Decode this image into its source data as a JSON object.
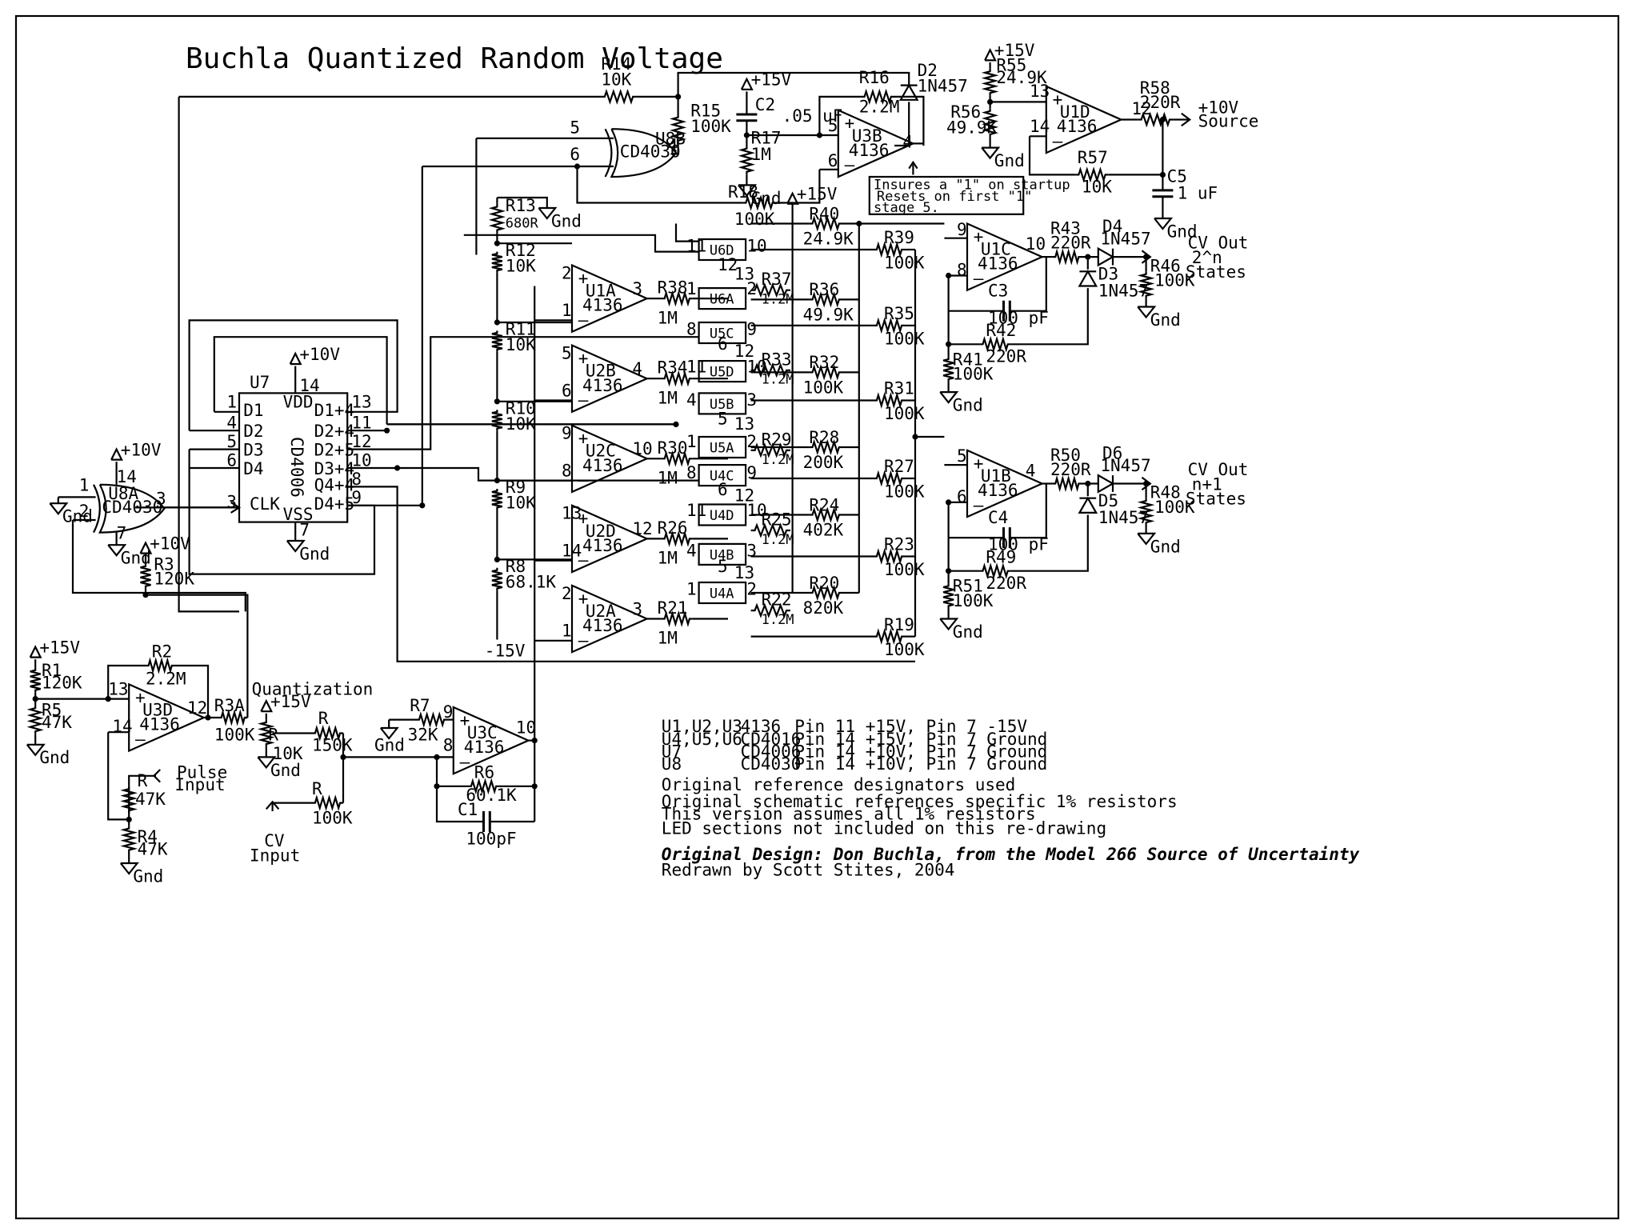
{
  "title": "Buchla Quantized Random Voltage",
  "components": {
    "R14": {
      "ref": "R14",
      "value": "10K"
    },
    "R15": {
      "ref": "R15",
      "value": "100K"
    },
    "D2": {
      "ref": "D2",
      "value": "1N457"
    },
    "R16": {
      "ref": "R16",
      "value": "2.2M"
    },
    "C2": {
      "ref": "C2",
      "value": ".05 uF"
    },
    "R17": {
      "ref": "R17",
      "value": "1M"
    },
    "R18": {
      "ref": "R18",
      "value": "100K"
    },
    "U3B": {
      "ref": "U3B",
      "value": "4136"
    },
    "U8B": {
      "ref": "U8B",
      "value": "CD4030"
    },
    "R55": {
      "ref": "R55",
      "value": "24.9K"
    },
    "R56": {
      "ref": "R56",
      "value": "49.9K"
    },
    "U1D": {
      "ref": "U1D",
      "value": "4136"
    },
    "R58": {
      "ref": "R58",
      "value": "220R"
    },
    "R57": {
      "ref": "R57",
      "value": "10K"
    },
    "C5": {
      "ref": "C5",
      "value": "1 uF"
    },
    "R13": {
      "ref": "R13",
      "value": "680R"
    },
    "R12": {
      "ref": "R12",
      "value": "10K"
    },
    "R11": {
      "ref": "R11",
      "value": "10K"
    },
    "R10": {
      "ref": "R10",
      "value": "10K"
    },
    "R9": {
      "ref": "R9",
      "value": "10K"
    },
    "R8": {
      "ref": "R8",
      "value": "68.1K"
    },
    "U1A": {
      "ref": "U1A",
      "value": "4136"
    },
    "U2B": {
      "ref": "U2B",
      "value": "4136"
    },
    "U2C": {
      "ref": "U2C",
      "value": "4136"
    },
    "U2D": {
      "ref": "U2D",
      "value": "4136"
    },
    "U2A": {
      "ref": "U2A",
      "value": "4136"
    },
    "R38": {
      "ref": "R38",
      "value": "1M"
    },
    "R34": {
      "ref": "R34",
      "value": "1M"
    },
    "R30": {
      "ref": "R30",
      "value": "1M"
    },
    "R26": {
      "ref": "R26",
      "value": "1M"
    },
    "R21": {
      "ref": "R21",
      "value": "1M"
    },
    "R37": {
      "ref": "R37",
      "value": "1.2M"
    },
    "R33": {
      "ref": "R33",
      "value": "1.2M"
    },
    "R29": {
      "ref": "R29",
      "value": "1.2M"
    },
    "R25": {
      "ref": "R25",
      "value": "1.2M"
    },
    "R22": {
      "ref": "R22",
      "value": "1.2M"
    },
    "R40": {
      "ref": "R40",
      "value": "24.9K"
    },
    "R36": {
      "ref": "R36",
      "value": "49.9K"
    },
    "R32": {
      "ref": "R32",
      "value": "100K"
    },
    "R28": {
      "ref": "R28",
      "value": "200K"
    },
    "R24": {
      "ref": "R24",
      "value": "402K"
    },
    "R20": {
      "ref": "R20",
      "value": "820K"
    },
    "R39": {
      "ref": "R39",
      "value": "100K"
    },
    "R35": {
      "ref": "R35",
      "value": "100K"
    },
    "R31": {
      "ref": "R31",
      "value": "100K"
    },
    "R27": {
      "ref": "R27",
      "value": "100K"
    },
    "R23": {
      "ref": "R23",
      "value": "100K"
    },
    "R19": {
      "ref": "R19",
      "value": "100K"
    },
    "U1C": {
      "ref": "U1C",
      "value": "4136"
    },
    "U1B": {
      "ref": "U1B",
      "value": "4136"
    },
    "R43": {
      "ref": "R43",
      "value": "220R"
    },
    "R50": {
      "ref": "R50",
      "value": "220R"
    },
    "D4": {
      "ref": "D4",
      "value": "1N457"
    },
    "D3": {
      "ref": "D3",
      "value": "1N457"
    },
    "D6": {
      "ref": "D6",
      "value": "1N457"
    },
    "D5": {
      "ref": "D5",
      "value": "1N457"
    },
    "R46": {
      "ref": "R46",
      "value": "100K"
    },
    "R48": {
      "ref": "R48",
      "value": "100K"
    },
    "C3": {
      "ref": "C3",
      "value": "100 pF"
    },
    "C4": {
      "ref": "C4",
      "value": "100 pF"
    },
    "R42": {
      "ref": "R42",
      "value": "220R"
    },
    "R49": {
      "ref": "R49",
      "value": "220R"
    },
    "R41": {
      "ref": "R41",
      "value": "100K"
    },
    "R51": {
      "ref": "R51",
      "value": "100K"
    },
    "U7": {
      "ref": "U7",
      "value": "CD4006"
    },
    "U8A": {
      "ref": "U8A",
      "value": "CD4030"
    },
    "R3": {
      "ref": "R3",
      "value": "120K"
    },
    "R1": {
      "ref": "R1",
      "value": "120K"
    },
    "R5": {
      "ref": "R5",
      "value": "47K"
    },
    "R2": {
      "ref": "R2",
      "value": "2.2M"
    },
    "U3D": {
      "ref": "U3D",
      "value": "4136"
    },
    "R3A": {
      "ref": "R3A",
      "value": "100K"
    },
    "R4": {
      "ref": "R4",
      "value": "47K"
    },
    "R_pulse": {
      "ref": "R",
      "value": "47K"
    },
    "R_pot": {
      "ref": "R",
      "value": "10K"
    },
    "R_150": {
      "ref": "R",
      "value": "150K"
    },
    "R_cv": {
      "ref": "R",
      "value": "100K"
    },
    "R7": {
      "ref": "R7",
      "value": "32K"
    },
    "U3C": {
      "ref": "U3C",
      "value": "4136"
    },
    "R6": {
      "ref": "R6",
      "value": "60.1K"
    },
    "C1": {
      "ref": "C1",
      "value": "100pF"
    }
  },
  "switches": [
    "U6D",
    "U6A",
    "U5C",
    "U5D",
    "U5B",
    "U5A",
    "U4C",
    "U4D",
    "U4B",
    "U4A"
  ],
  "rails": {
    "p15": "+15V",
    "p10": "+10V",
    "m15": "-15V",
    "gnd": "Gnd"
  },
  "u7_pins": {
    "d1": "D1",
    "d2": "D2",
    "d3": "D3",
    "d4": "D4",
    "clk": "CLK",
    "vdd": "VDD",
    "vss": "VSS",
    "q1": "D1+4",
    "q2": "D2+4",
    "q3": "D2+5",
    "q4": "D3+4",
    "q5": "Q4+4",
    "q6": "D4+5"
  },
  "labels": {
    "source_out": "+10V",
    "source_out2": "Source",
    "cv_out1": "CV Out",
    "cv_out1b": "2^n",
    "cv_out1c": "States",
    "cv_out2": "CV Out",
    "cv_out2b": "n+1",
    "cv_out2c": "States",
    "quantization": "Quantization",
    "pulse_input1": "Pulse",
    "pulse_input2": "Input",
    "cv_input1": "CV",
    "cv_input2": "Input",
    "note1": "Insures a \"1\" on startup",
    "note2": "Resets on first \"1\"",
    "note3": "stage 5."
  },
  "notes": {
    "table": [
      {
        "parts": "U1,U2,U3",
        "type": "4136",
        "power": "Pin 11 +15V, Pin 7 -15V"
      },
      {
        "parts": "U4,U5,U6",
        "type": "CD4016",
        "power": "Pin 14 +15V, Pin 7 Ground"
      },
      {
        "parts": "U7",
        "type": "CD4006",
        "power": "Pin 14 +10V, Pin 7 Ground"
      },
      {
        "parts": "U8",
        "type": "CD4030",
        "power": "Pin 14 +10V, Pin 7 Ground"
      }
    ],
    "line1": "Original reference designators used",
    "line2": "Original schematic references specific 1% resistors",
    "line3": "This version assumes all 1% resistors",
    "line4": "LED sections not included on this re-drawing",
    "design": "Original Design:  Don Buchla, from the Model 266 Source of Uncertainty",
    "redrawn": "Redrawn by Scott Stites, 2004"
  }
}
